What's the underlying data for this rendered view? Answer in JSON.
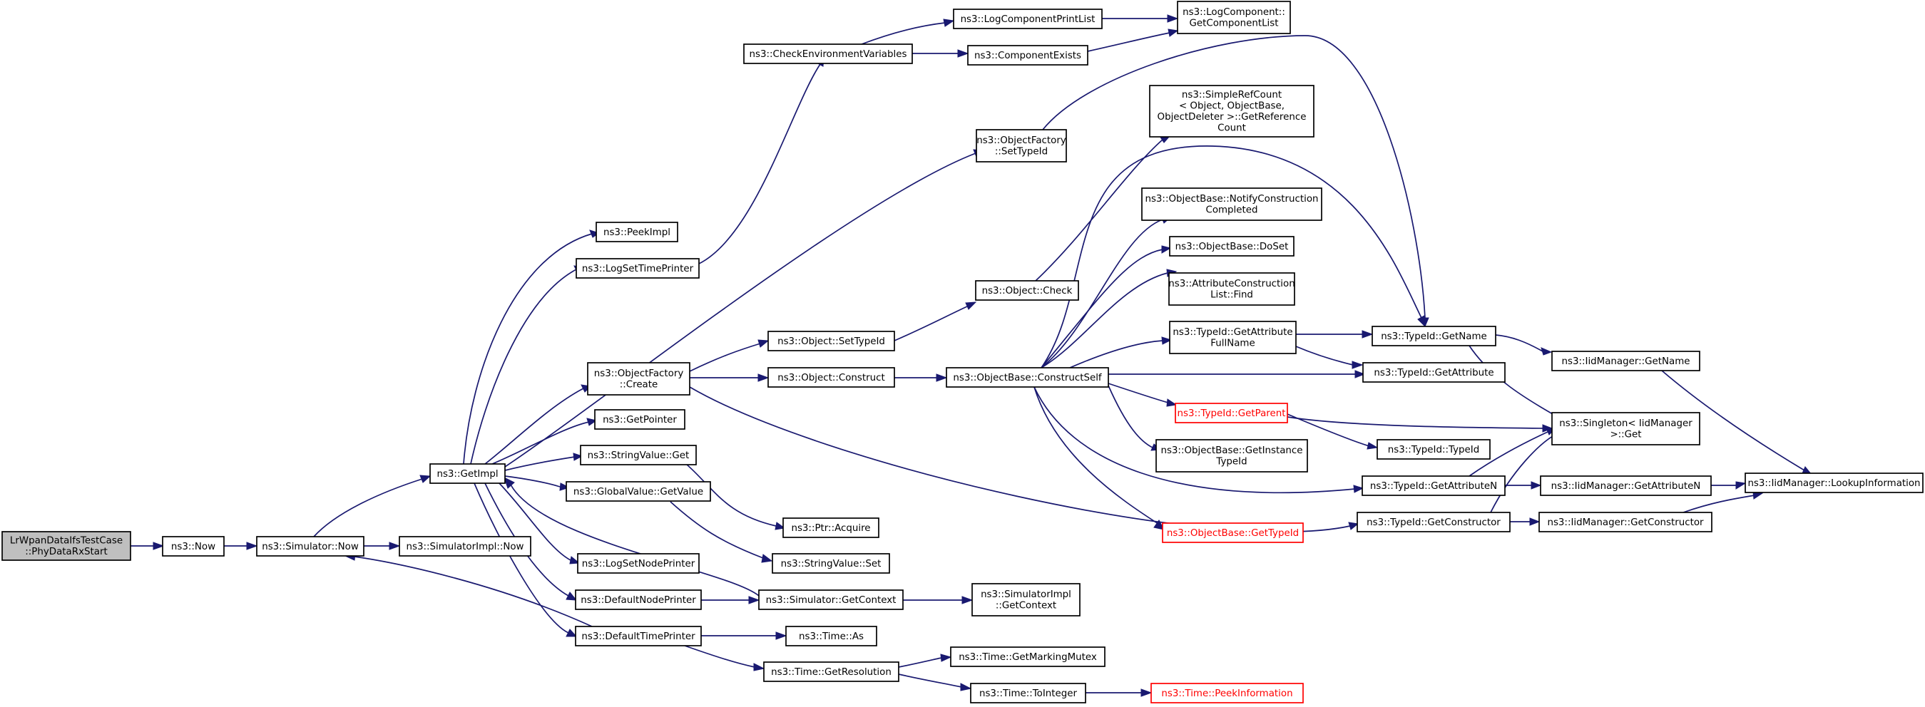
{
  "diagram": {
    "nodes": {
      "root": [
        "LrWpanDataIfsTestCase",
        "::PhyDataRxStart"
      ],
      "now": [
        "ns3::Now"
      ],
      "sim_now": [
        "ns3::Simulator::Now"
      ],
      "get_impl": [
        "ns3::GetImpl"
      ],
      "simimpl_now": [
        "ns3::SimulatorImpl::Now"
      ],
      "check_env": [
        "ns3::CheckEnvironmentVariables"
      ],
      "log_print_list": [
        "ns3::LogComponentPrintList"
      ],
      "component_exists": [
        "ns3::ComponentExists"
      ],
      "get_component_list": [
        "ns3::LogComponent::",
        "GetComponentList"
      ],
      "peek_impl": [
        "ns3::PeekImpl"
      ],
      "log_set_time": [
        "ns3::LogSetTimePrinter"
      ],
      "of_set_typeid": [
        "ns3::ObjectFactory",
        "::SetTypeId"
      ],
      "of_create": [
        "ns3::ObjectFactory",
        "::Create"
      ],
      "get_pointer": [
        "ns3::GetPointer"
      ],
      "sv_get": [
        "ns3::StringValue::Get"
      ],
      "gv_getvalue": [
        "ns3::GlobalValue::GetValue"
      ],
      "log_set_node": [
        "ns3::LogSetNodePrinter"
      ],
      "default_node": [
        "ns3::DefaultNodePrinter"
      ],
      "default_time": [
        "ns3::DefaultTimePrinter"
      ],
      "obj_set_typeid": [
        "ns3::Object::SetTypeId"
      ],
      "obj_construct": [
        "ns3::Object::Construct"
      ],
      "obj_check": [
        "ns3::Object::Check"
      ],
      "ptr_acquire": [
        "ns3::Ptr::Acquire"
      ],
      "sv_set": [
        "ns3::StringValue::Set"
      ],
      "sim_getcontext": [
        "ns3::Simulator::GetContext"
      ],
      "time_as": [
        "ns3::Time::As"
      ],
      "time_getres": [
        "ns3::Time::GetResolution"
      ],
      "src_getrefcount": [
        "ns3::SimpleRefCount",
        "< Object, ObjectBase,",
        "ObjectDeleter >::GetReference",
        "Count"
      ],
      "ob_notify": [
        "ns3::ObjectBase::NotifyConstruction",
        "Completed"
      ],
      "ob_doset": [
        "ns3::ObjectBase::DoSet"
      ],
      "acl_find": [
        "ns3::AttributeConstruction",
        "List::Find"
      ],
      "tid_getattrfull": [
        "ns3::TypeId::GetAttribute",
        "FullName"
      ],
      "ob_constructself": [
        "ns3::ObjectBase::ConstructSelf"
      ],
      "tid_getparent": [
        "ns3::TypeId::GetParent"
      ],
      "ob_getinstance": [
        "ns3::ObjectBase::GetInstance",
        "TypeId"
      ],
      "ob_gettypeid": [
        "ns3::ObjectBase::GetTypeId"
      ],
      "simimpl_getcontext": [
        "ns3::SimulatorImpl",
        "::GetContext"
      ],
      "time_getmarking": [
        "ns3::Time::GetMarkingMutex"
      ],
      "time_tointeger": [
        "ns3::Time::ToInteger"
      ],
      "time_peekinfo": [
        "ns3::Time::PeekInformation"
      ],
      "tid_getname": [
        "ns3::TypeId::GetName"
      ],
      "tid_getattribute": [
        "ns3::TypeId::GetAttribute"
      ],
      "tid_typeid": [
        "ns3::TypeId::TypeId"
      ],
      "tid_getattributen": [
        "ns3::TypeId::GetAttributeN"
      ],
      "tid_getconstructor": [
        "ns3::TypeId::GetConstructor"
      ],
      "iid_getname": [
        "ns3::IidManager::GetName"
      ],
      "singleton_get": [
        "ns3::Singleton< IidManager",
        " >::Get"
      ],
      "iid_getattributen": [
        "ns3::IidManager::GetAttributeN"
      ],
      "iid_getconstructor": [
        "ns3::IidManager::GetConstructor"
      ],
      "iid_lookup": [
        "ns3::IidManager::LookupInformation"
      ]
    }
  }
}
